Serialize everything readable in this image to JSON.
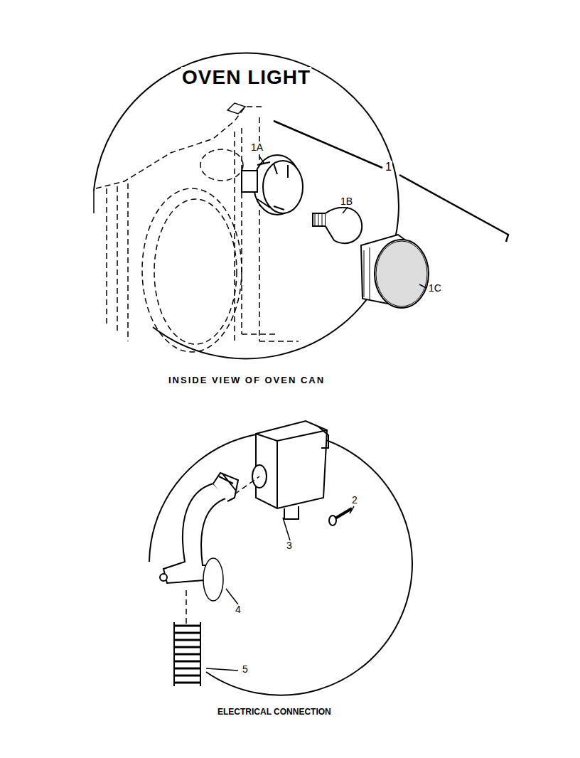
{
  "diagram": {
    "title": "OVEN LIGHT",
    "labels": [
      "1A",
      "1",
      "1B",
      "1C",
      "INSIDE VIEW OF OVEN CAN",
      "2",
      "3",
      "4",
      "5",
      "ELECTRICAL CONNECTION"
    ]
  }
}
